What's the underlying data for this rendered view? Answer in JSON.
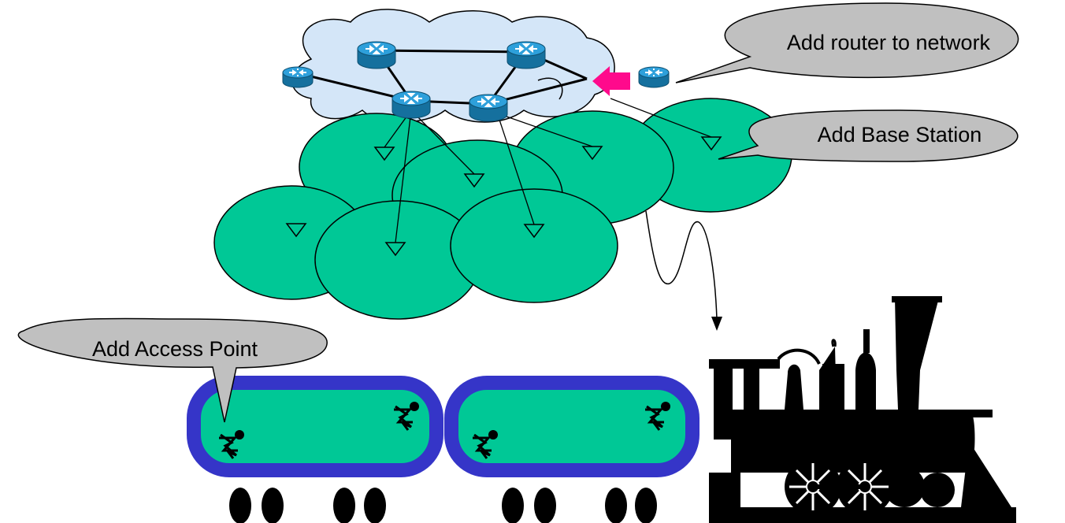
{
  "callouts": {
    "add_router": "Add router to network",
    "add_base_station": "Add Base Station",
    "add_access_point": "Add Access Point"
  },
  "colors": {
    "cloud_fill": "#d4e6f8",
    "cell_fill": "#00c896",
    "router_blue": "#1f8ec7",
    "train_car_border": "#3535c8",
    "train_car_fill": "#00c896",
    "arrow_pink": "#ff0a8c",
    "callout_fill": "#c0c0c0"
  },
  "icons": [
    "router-icon",
    "base-station-icon",
    "access-point-icon",
    "locomotive-silhouette"
  ]
}
